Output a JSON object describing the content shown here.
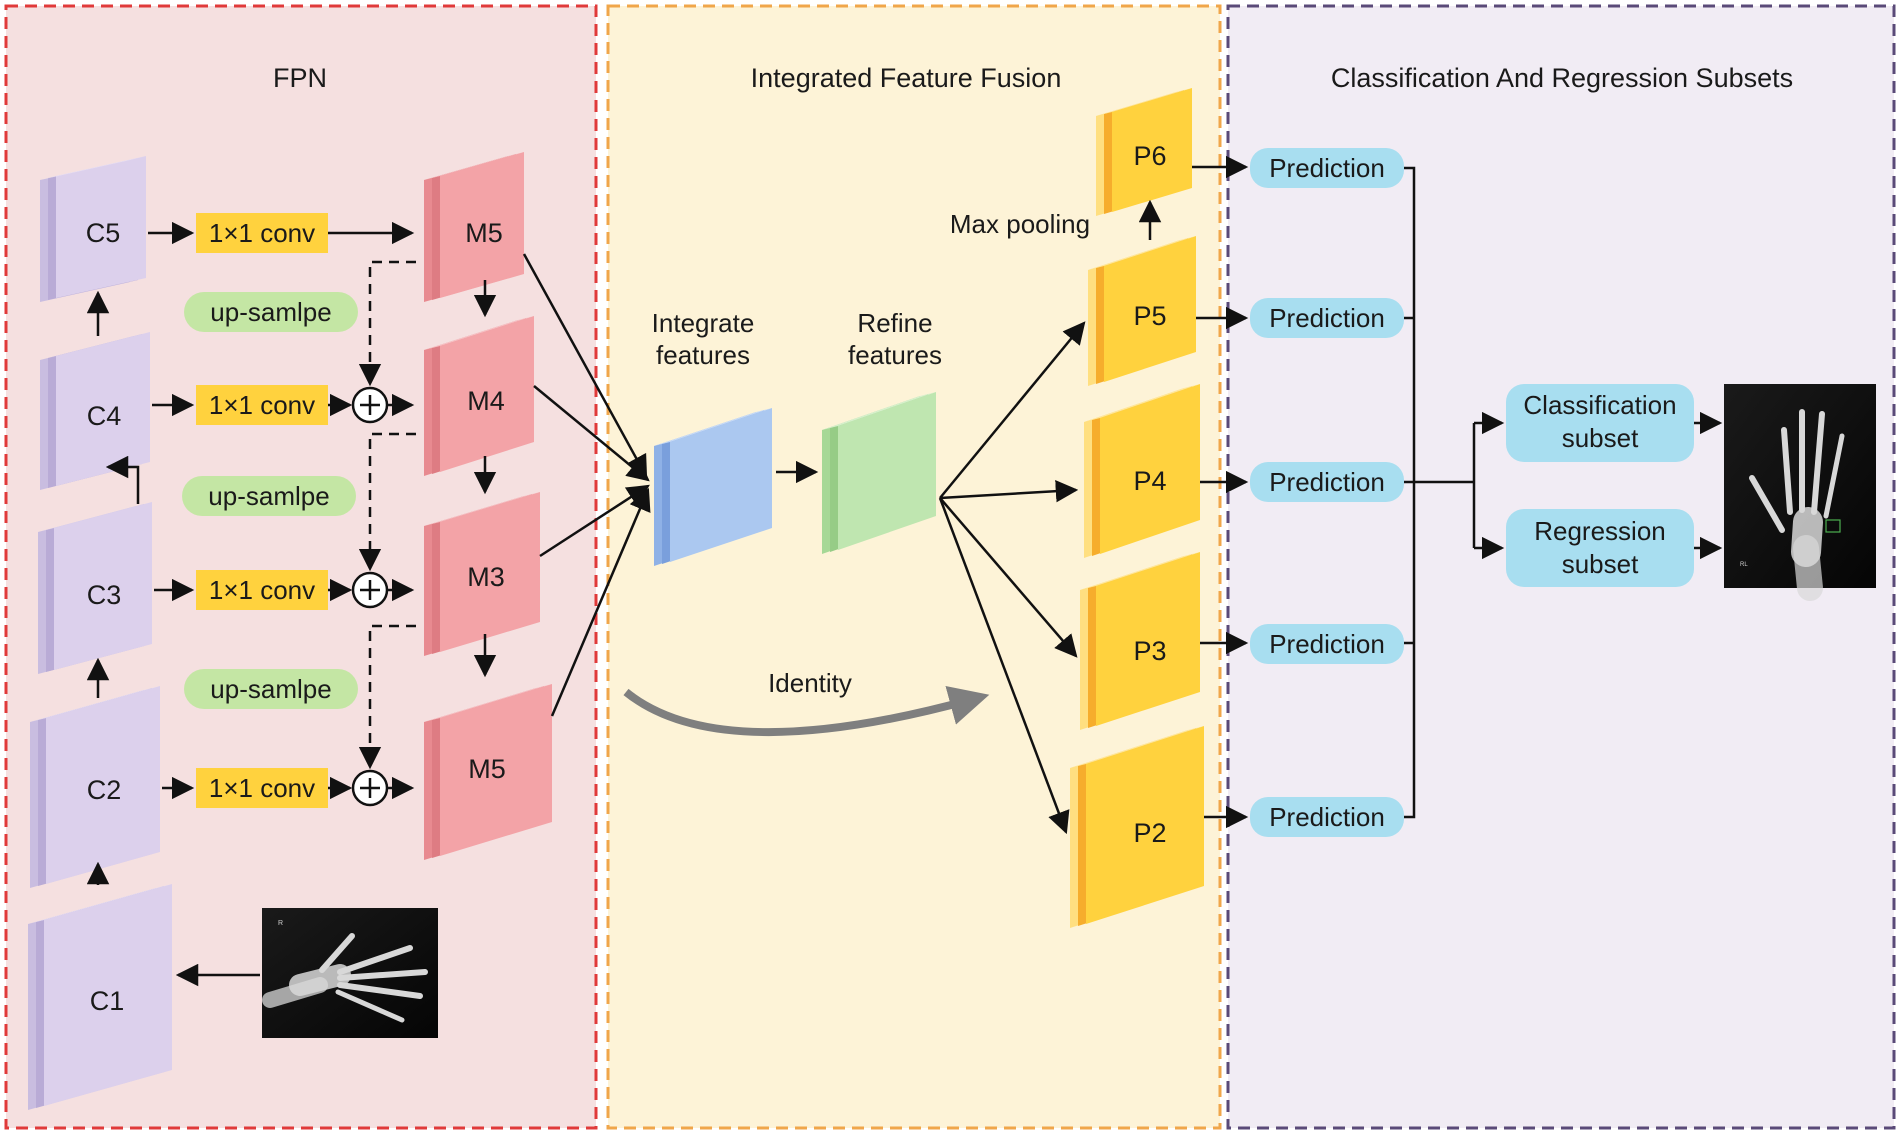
{
  "sections": {
    "fpn": {
      "title": "FPN"
    },
    "fusion": {
      "title": "Integrated Feature Fusion"
    },
    "subsets": {
      "title": "Classification And Regression Subsets"
    }
  },
  "backbone": {
    "c5": "C5",
    "c4": "C4",
    "c3": "C3",
    "c2": "C2",
    "c1": "C1"
  },
  "conv": {
    "label": "1×1 conv"
  },
  "upsample": {
    "label": "up-samlpe"
  },
  "merged": {
    "m5_top": "M5",
    "m4": "M4",
    "m3": "M3",
    "m5_bottom": "M5"
  },
  "fusion": {
    "integrate": [
      "Integrate",
      "features"
    ],
    "refine": [
      "Refine",
      "features"
    ],
    "identity": "Identity",
    "max_pooling": "Max pooling"
  },
  "pyramid": {
    "p6": "P6",
    "p5": "P5",
    "p4": "P4",
    "p3": "P3",
    "p2": "P2"
  },
  "prediction": {
    "label": "Prediction"
  },
  "subsets": {
    "classification": [
      "Classification",
      "subset"
    ],
    "regression": [
      "Regression",
      "subset"
    ]
  },
  "colors": {
    "fpn_bg": "#f5e0e0",
    "fusion_bg": "#fdf3d7",
    "subset_bg": "#f1ecf4",
    "fpn_border": "#e03a3a",
    "fusion_border": "#f0a64a",
    "subset_border": "#5a4a78",
    "backbone_block": "#dcd0ec",
    "merged_block": "#f3a3a7",
    "pyramid_block": "#ffd23e",
    "conv_box": "#ffd23e",
    "upsample_pill": "#c4e6a4",
    "prediction_pill": "#a8def0",
    "integrate_block": "#abc8f0",
    "refine_block": "#bfe6b0",
    "identity_arrow": "#7f7f7f"
  },
  "icons": [
    "hand-xray-input-image",
    "hand-xray-output-image",
    "element-wise-sum-icon"
  ]
}
